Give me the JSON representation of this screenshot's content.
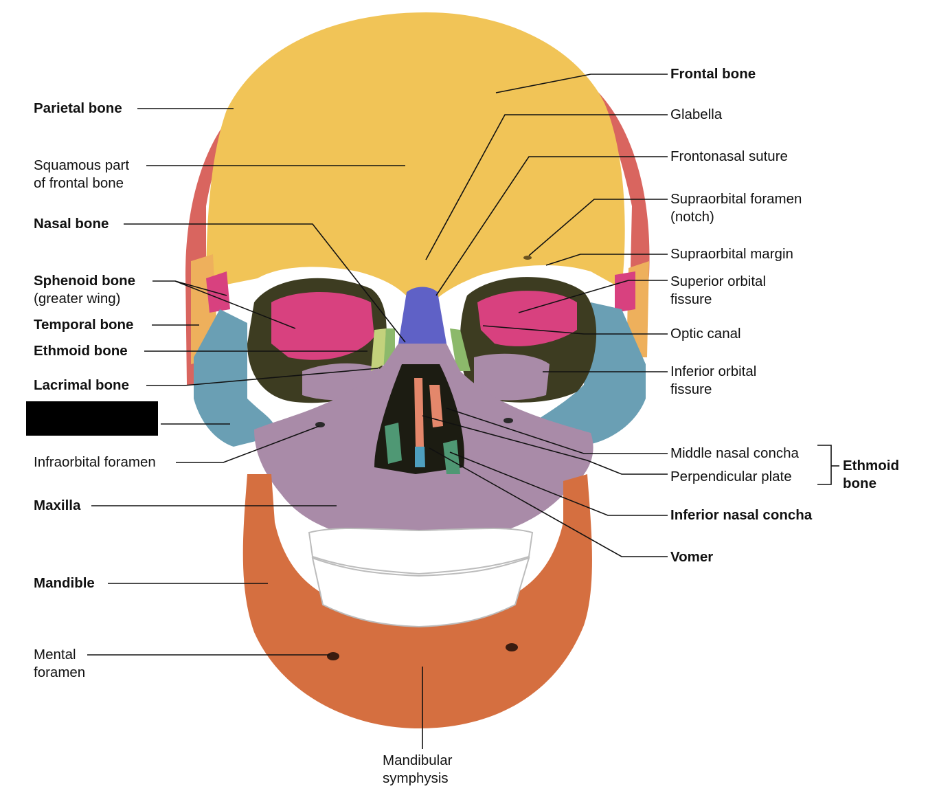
{
  "colors": {
    "frontal": "#f1c457",
    "parietal": "#d9655f",
    "sphenoid": "#d8417f",
    "temporal": "#eeb05c",
    "zygomatic": "#6a9fb4",
    "maxilla": "#a98ba8",
    "mandible": "#d56f40",
    "nasal": "#5f61c6",
    "ethmoid": "#8cb96b",
    "lacrimal": "#c3d27c",
    "teeth": "#ffffff",
    "orbit_shadow": "#3d3c21",
    "leader": "#111111"
  },
  "labels_left": {
    "parietal": "Parietal bone",
    "squamous_1": "Squamous part",
    "squamous_2": "of frontal bone",
    "nasal": "Nasal bone",
    "sphenoid": "Sphenoid bone",
    "sphenoid_sub": "(greater wing)",
    "temporal": "Temporal bone",
    "ethmoid": "Ethmoid bone",
    "lacrimal": "Lacrimal bone",
    "infraorbital": "Infraorbital foramen",
    "maxilla": "Maxilla",
    "mandible": "Mandible",
    "mental_1": "Mental",
    "mental_2": "foramen"
  },
  "labels_right": {
    "frontal": "Frontal bone",
    "glabella": "Glabella",
    "frontonasal": "Frontonasal suture",
    "supraorbital_foramen_1": "Supraorbital foramen",
    "supraorbital_foramen_2": "(notch)",
    "supraorbital_margin": "Supraorbital margin",
    "superior_orbital_1": "Superior orbital",
    "superior_orbital_2": "fissure",
    "optic": "Optic canal",
    "inferior_orbital_1": "Inferior orbital",
    "inferior_orbital_2": "fissure",
    "middle_concha": "Middle nasal concha",
    "perpendicular": "Perpendicular plate",
    "ethmoid_group_1": "Ethmoid",
    "ethmoid_group_2": "bone",
    "inferior_concha": "Inferior nasal concha",
    "vomer": "Vomer"
  },
  "labels_bottom": {
    "symphysis_1": "Mandibular",
    "symphysis_2": "symphysis"
  }
}
